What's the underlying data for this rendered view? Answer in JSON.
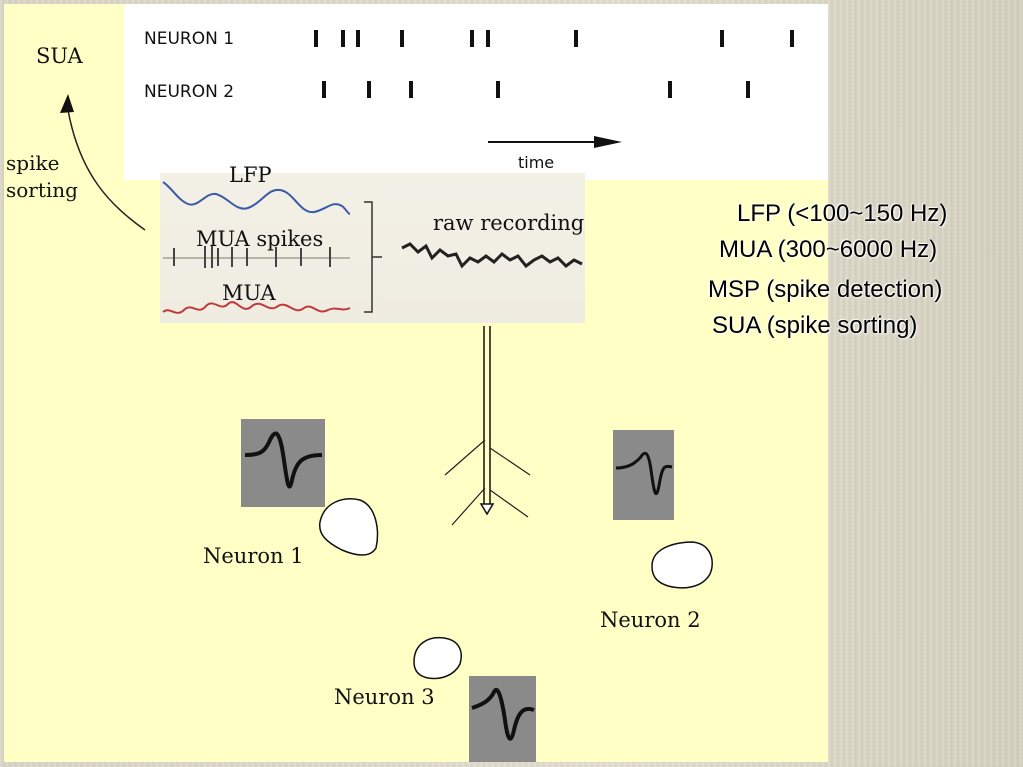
{
  "raster": {
    "neuron1_label": "NEURON 1",
    "neuron2_label": "NEURON 2",
    "time_label": "time"
  },
  "sua_label": "SUA",
  "spike_sorting_label_line1": "spike",
  "spike_sorting_label_line2": "sorting",
  "recording": {
    "lfp_label": "LFP",
    "mua_spikes_label": "MUA spikes",
    "mua_label": "MUA",
    "raw_label": "raw recording"
  },
  "bands": [
    "LFP (<100~150 Hz)",
    "MUA (300~6000 Hz)",
    "MSP (spike detection)",
    "SUA (spike sorting)"
  ],
  "neurons": {
    "neuron1": "Neuron 1",
    "neuron2": "Neuron 2",
    "neuron3": "Neuron 3"
  },
  "colors": {
    "panel": "#ffffc6",
    "lfp_trace": "#3a5aa8",
    "mua_trace": "#c03a3a",
    "waveform_bg": "#8a8a8a"
  }
}
